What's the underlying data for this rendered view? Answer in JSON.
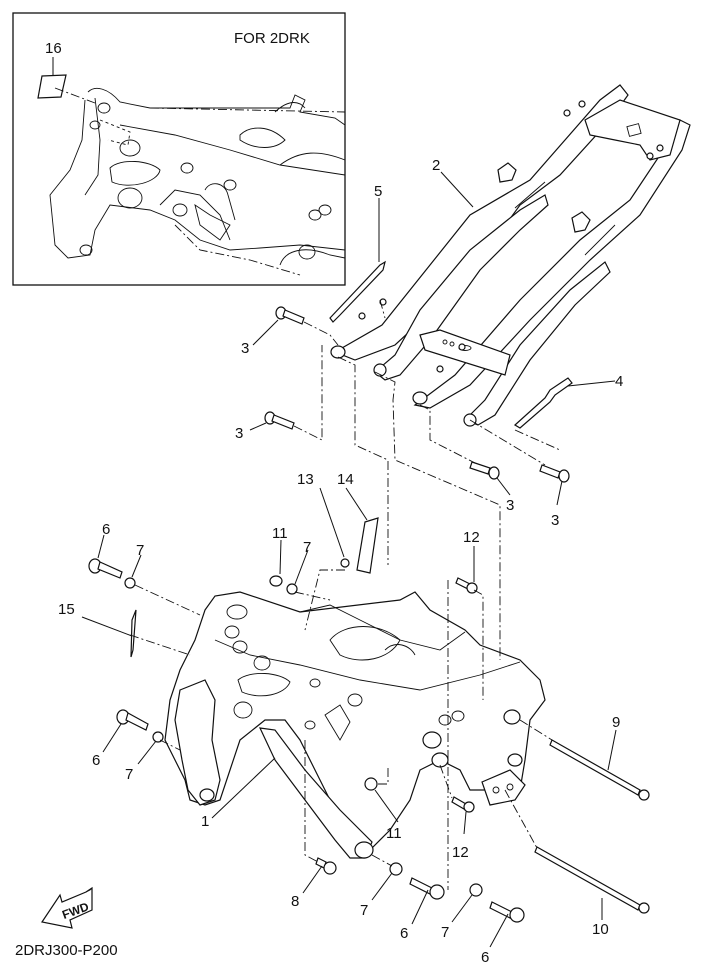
{
  "diagram": {
    "title": "Frame exploded parts diagram",
    "drawing_code": "2DRJ300-P200",
    "inset": {
      "title": "FOR 2DRK",
      "callouts": [
        {
          "ref": "16",
          "part": "label"
        }
      ]
    },
    "direction_indicator": "FWD",
    "callouts": [
      {
        "id": "c1",
        "ref": "1",
        "part": "main-frame"
      },
      {
        "id": "c2",
        "ref": "2",
        "part": "rear-frame"
      },
      {
        "id": "c3a",
        "ref": "3",
        "part": "bolt"
      },
      {
        "id": "c3b",
        "ref": "3",
        "part": "bolt"
      },
      {
        "id": "c3c",
        "ref": "3",
        "part": "bolt"
      },
      {
        "id": "c3d",
        "ref": "3",
        "part": "bolt"
      },
      {
        "id": "c4",
        "ref": "4",
        "part": "plate-right"
      },
      {
        "id": "c5",
        "ref": "5",
        "part": "plate-left"
      },
      {
        "id": "c6a",
        "ref": "6",
        "part": "flange-bolt"
      },
      {
        "id": "c6b",
        "ref": "6",
        "part": "flange-bolt"
      },
      {
        "id": "c6c",
        "ref": "6",
        "part": "flange-bolt"
      },
      {
        "id": "c6d",
        "ref": "6",
        "part": "flange-bolt"
      },
      {
        "id": "c7a",
        "ref": "7",
        "part": "washer"
      },
      {
        "id": "c7b",
        "ref": "7",
        "part": "washer"
      },
      {
        "id": "c7c",
        "ref": "7",
        "part": "washer"
      },
      {
        "id": "c7d",
        "ref": "7",
        "part": "washer"
      },
      {
        "id": "c7e",
        "ref": "7",
        "part": "washer"
      },
      {
        "id": "c8",
        "ref": "8",
        "part": "bolt"
      },
      {
        "id": "c9",
        "ref": "9",
        "part": "long-bolt-upper"
      },
      {
        "id": "c10",
        "ref": "10",
        "part": "long-bolt-lower"
      },
      {
        "id": "c11a",
        "ref": "11",
        "part": "nut"
      },
      {
        "id": "c11b",
        "ref": "11",
        "part": "nut"
      },
      {
        "id": "c12a",
        "ref": "12",
        "part": "bolt"
      },
      {
        "id": "c12b",
        "ref": "12",
        "part": "bolt"
      },
      {
        "id": "c13",
        "ref": "13",
        "part": "nut"
      },
      {
        "id": "c14",
        "ref": "14",
        "part": "label"
      },
      {
        "id": "c15",
        "ref": "15",
        "part": "rivet-pin"
      }
    ]
  }
}
